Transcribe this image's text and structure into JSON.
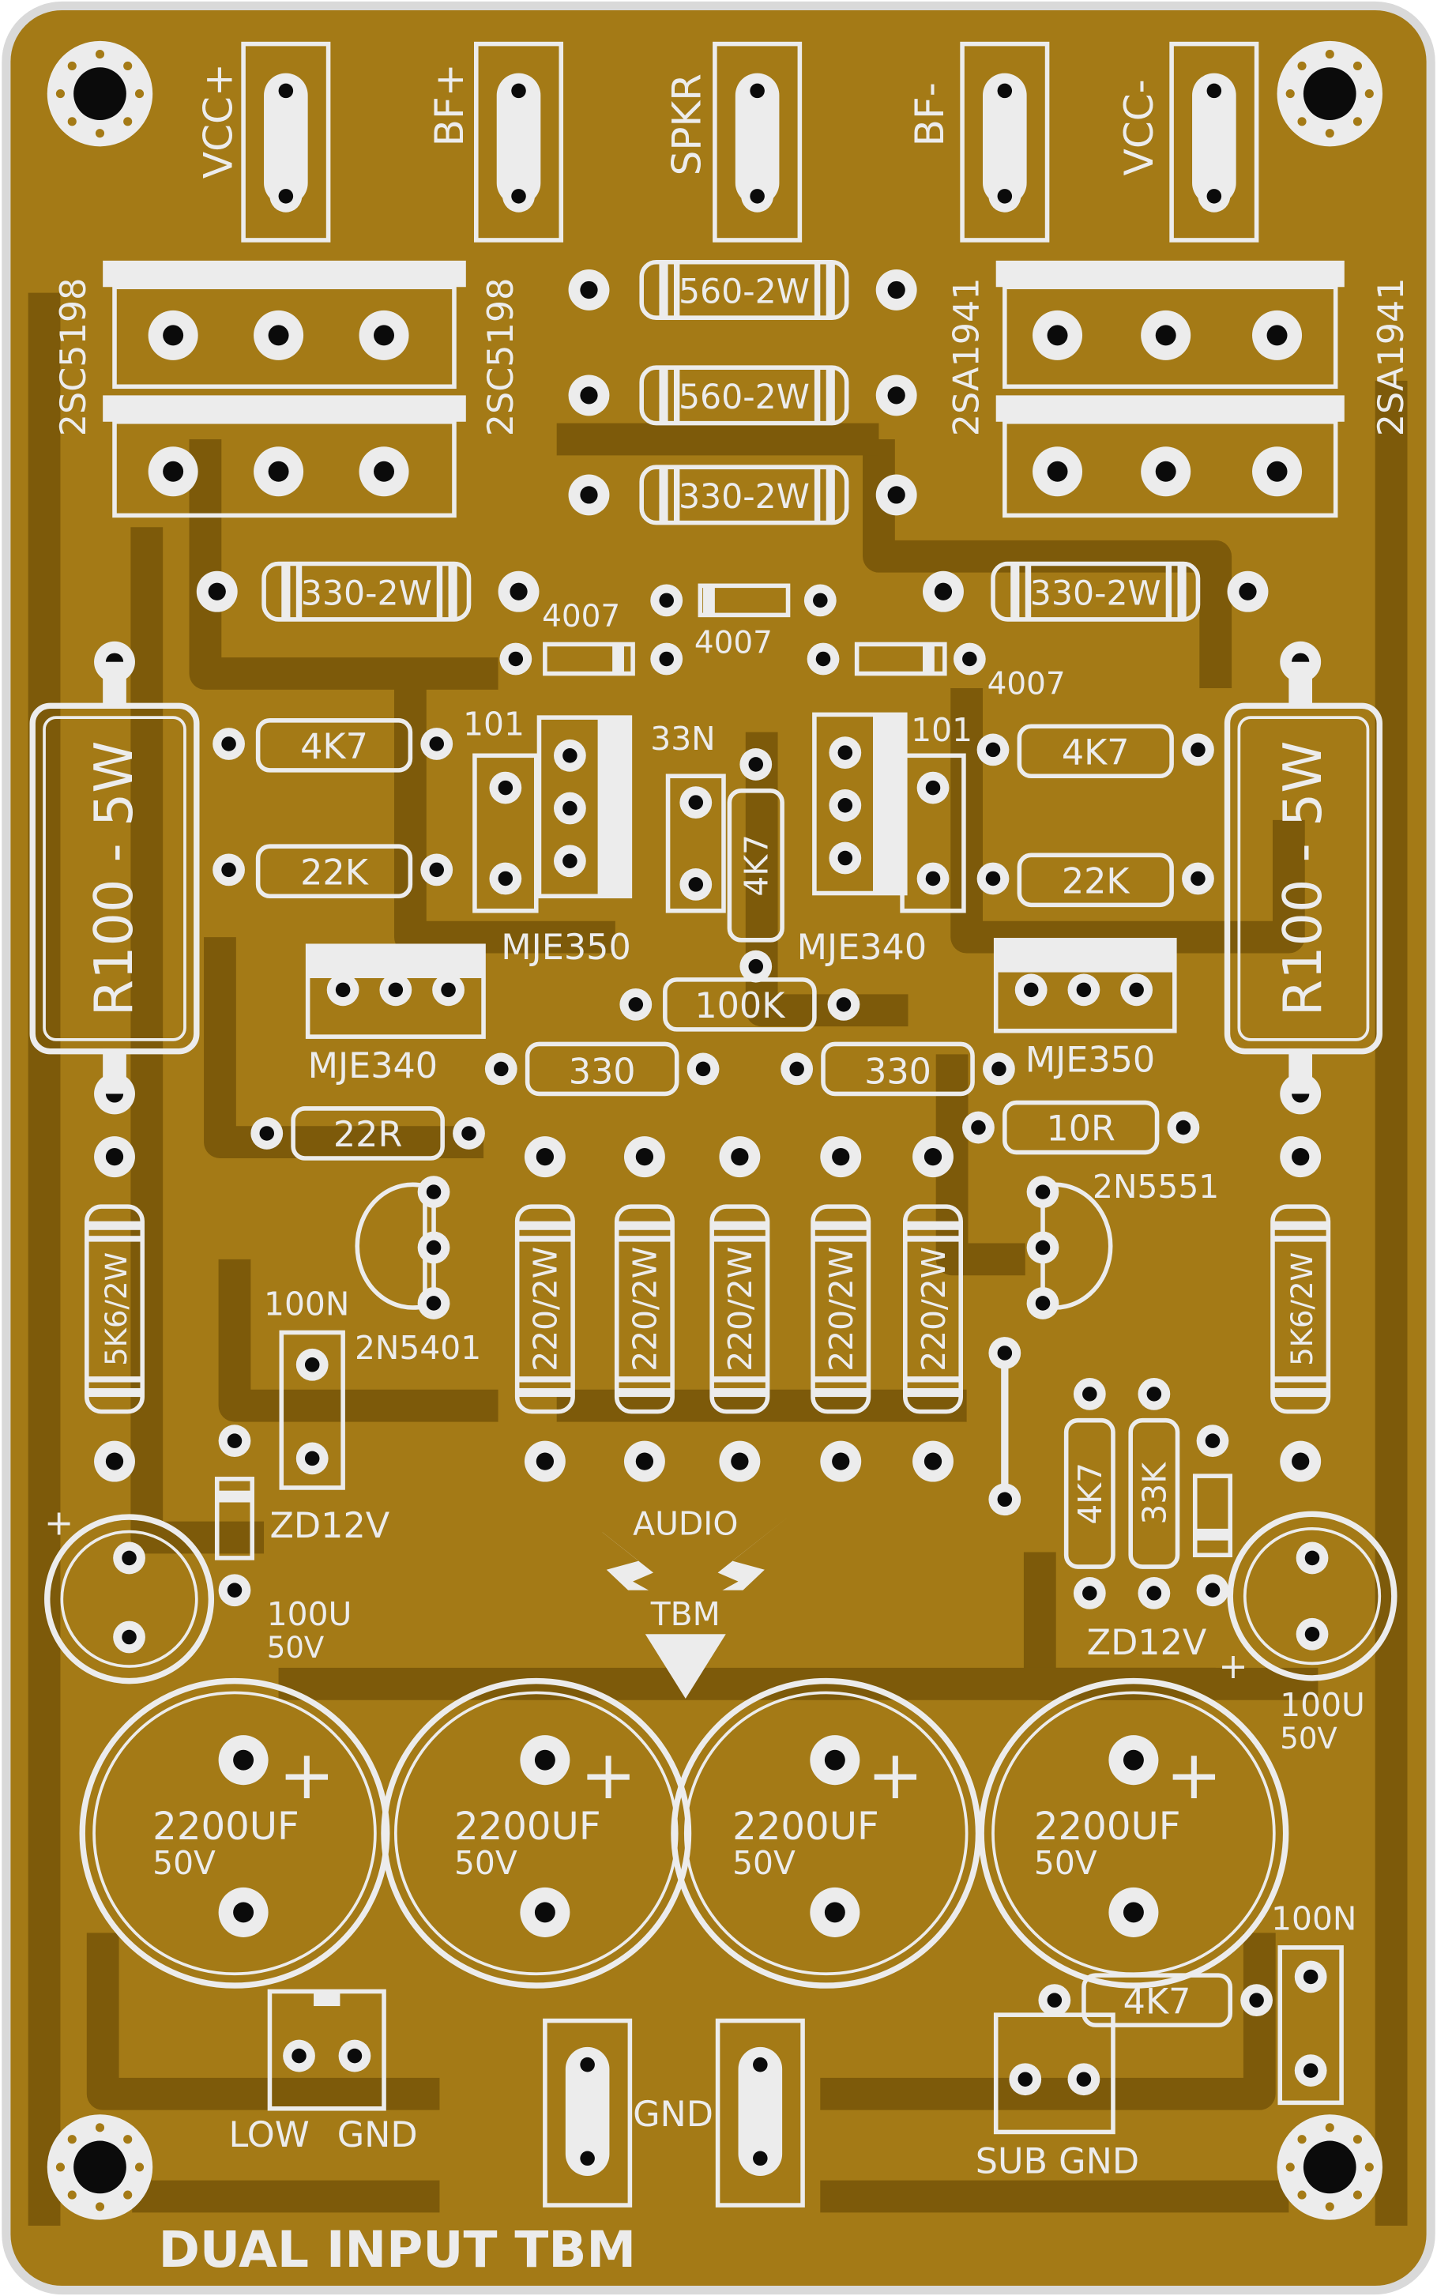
{
  "board": {
    "title": "DUAL INPUT TBM",
    "colors": {
      "substrate": "#a47a16",
      "trace": "#7d5a0a",
      "silk": "#ececec",
      "hole": "#0b0b0b",
      "edge": "#d9d9d9"
    }
  },
  "logo": {
    "line1": "AUDIO",
    "line2": "TBM"
  },
  "connectors": {
    "vcc_pos": "VCC+",
    "bf_pos": "BF+",
    "spkr": "SPKR",
    "bf_neg": "BF-",
    "vcc_neg": "VCC-",
    "gnd": "GND",
    "low": "LOW",
    "low_gnd": "GND",
    "sub_gnd": "SUB GND"
  },
  "transistors": {
    "q_2sc5198_a": "2SC5198",
    "q_2sc5198_b": "2SC5198",
    "q_2sa1941_a": "2SA1941",
    "q_2sa1941_b": "2SA1941",
    "mje350_a": "MJE350",
    "mje340_a": "MJE340",
    "mje340_b": "MJE340",
    "mje350_b": "MJE350",
    "q_2n5401": "2N5401",
    "q_2n5551": "2N5551"
  },
  "resistors": {
    "r560_a": "560-2W",
    "r560_b": "560-2W",
    "r330_c": "330-2W",
    "r330_l": "330-2W",
    "r330_r": "330-2W",
    "r4k7_l": "4K7",
    "r22k_l": "22K",
    "r4k7_r": "4K7",
    "r22k_r": "22K",
    "r4k7_v": "4K7",
    "r100k": "100K",
    "r330_a": "330",
    "r330_b": "330",
    "r22r": "22R",
    "r10r": "10R",
    "r100_5w_l": "R100 - 5W",
    "r100_5w_r": "R100 - 5W",
    "r5k6_l": "5K6/2W",
    "r5k6_r": "5K6/2W",
    "r220_1": "220/2W",
    "r220_2": "220/2W",
    "r220_3": "220/2W",
    "r220_4": "220/2W",
    "r220_5": "220/2W",
    "r4k7_small": "4K7",
    "r33k_small": "33K",
    "r4k7_bottom": "4K7"
  },
  "diodes": {
    "d4007_a": "4007",
    "d4007_b": "4007",
    "d4007_c": "4007",
    "zd_l": "ZD12V",
    "zd_r": "ZD12V"
  },
  "capacitors": {
    "c101_a": "101",
    "c101_b": "101",
    "c33n": "33N",
    "c100n_l": "100N",
    "c100n_r": "100N",
    "c100u_l_val": "100U",
    "c100u_l_v": "50V",
    "c100u_r_val": "100U",
    "c100u_r_v": "50V",
    "big1_val": "2200UF",
    "big1_v": "50V",
    "big2_val": "2200UF",
    "big2_v": "50V",
    "big3_val": "2200UF",
    "big3_v": "50V",
    "big4_val": "2200UF",
    "big4_v": "50V",
    "plus": "+"
  }
}
